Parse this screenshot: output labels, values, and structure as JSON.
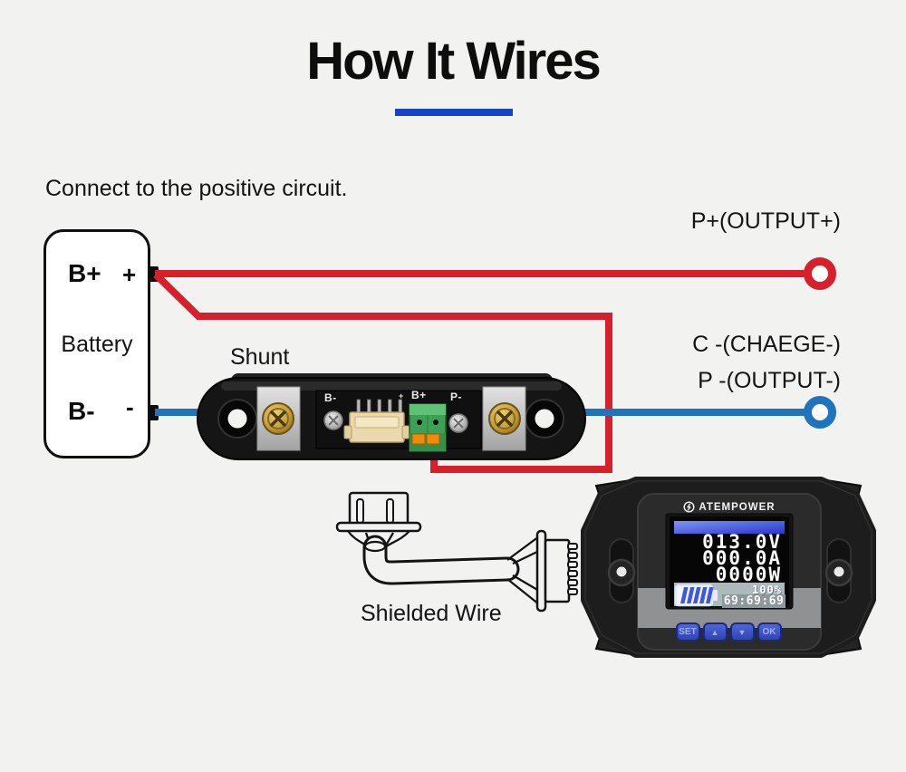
{
  "title": {
    "text": "How It Wires"
  },
  "intro": "Connect to the positive circuit.",
  "battery": {
    "name": "Battery",
    "terminal_pos": "B+",
    "terminal_pos_sign": "+",
    "terminal_neg": "B-",
    "terminal_neg_sign": "-"
  },
  "shunt": {
    "name": "Shunt",
    "pcb": {
      "b_minus": "B-",
      "b_plus": "B+",
      "p_minus": "P-",
      "jst_plus": "+"
    }
  },
  "wire_labels": {
    "p_plus_output": "P+(OUTPUT+)",
    "c_minus_charge": "C -(CHAEGE-)",
    "p_minus_output": "P -(OUTPUT-)"
  },
  "shielded_wire_label": "Shielded Wire",
  "monitor": {
    "brand": "ATEMPOWER",
    "lcd": {
      "voltage": "013.0V",
      "current": "000.0A",
      "power": "0000W",
      "percent": "100%",
      "time": "69:69:69"
    },
    "buttons": {
      "set": "SET",
      "up": "▲",
      "down": "▼",
      "ok": "OK"
    }
  },
  "colors": {
    "red_wire": "#d6202b",
    "blue_wire": "#1f74bc",
    "underline": "#1444cd",
    "background": "#f2f2f1"
  }
}
